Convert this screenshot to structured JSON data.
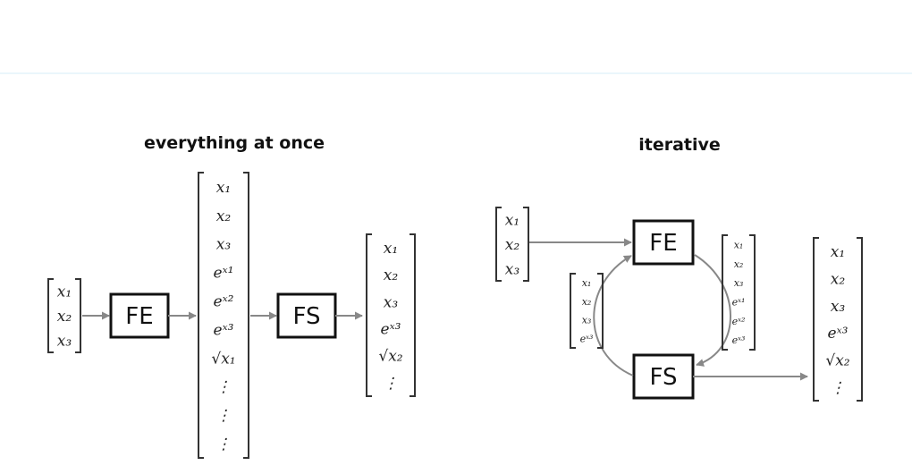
{
  "left_panel": {
    "title": "everything at once",
    "input_vector": [
      "x₁",
      "x₂",
      "x₃"
    ],
    "fe_label": "FE",
    "engineered_vector": [
      "x₁",
      "x₂",
      "x₃",
      "eˣ¹",
      "eˣ²",
      "eˣ³",
      "√x₁",
      "⋮",
      "⋮",
      "⋮"
    ],
    "fs_label": "FS",
    "output_vector": [
      "x₁",
      "x₂",
      "x₃",
      "eˣ³",
      "√x₂",
      "⋮"
    ]
  },
  "right_panel": {
    "title": "iterative",
    "input_vector": [
      "x₁",
      "x₂",
      "x₃"
    ],
    "fe_label": "FE",
    "fs_label": "FS",
    "loop_vector_left": [
      "x₁",
      "x₂",
      "x₃",
      "eˣ³"
    ],
    "loop_vector_right": [
      "x₁",
      "x₂",
      "x₃",
      "eˣ¹",
      "eˣ²",
      "eˣ³"
    ],
    "output_vector": [
      "x₁",
      "x₂",
      "x₃",
      "eˣ³",
      "√x₂",
      "⋮"
    ]
  },
  "colors": {
    "arrow": "#888888",
    "box_stroke": "#111111",
    "rule": "#eaf6fb"
  }
}
